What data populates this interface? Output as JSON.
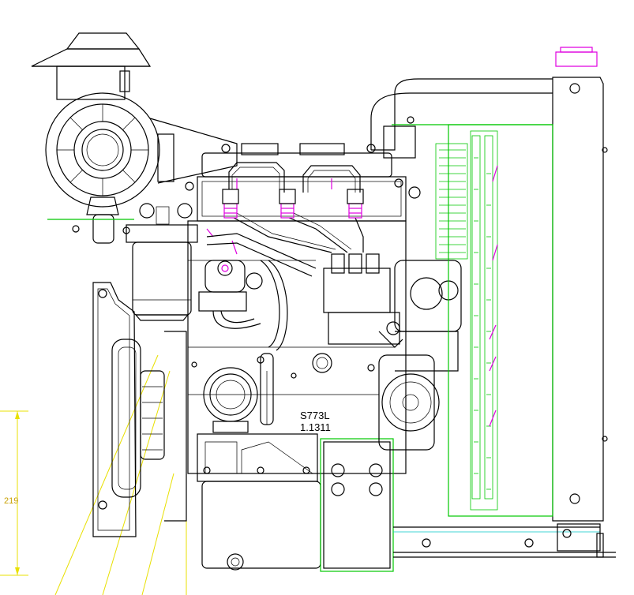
{
  "plate": {
    "model": "S773L",
    "code": "1.1311"
  },
  "dimension": {
    "value": "219"
  },
  "colors": {
    "outline": "#000000",
    "radiator": "#00c800",
    "fuel_lines": "#e000e0",
    "dimension": "#e8e000",
    "centerline": "#00c8c8"
  }
}
